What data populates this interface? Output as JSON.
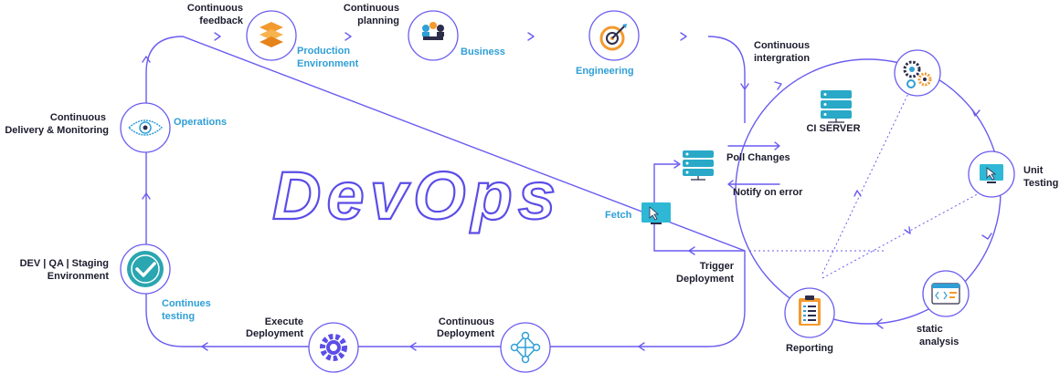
{
  "title": "DevOps",
  "colors": {
    "path": "#6a5cf0",
    "accent": "#2f9fd6",
    "title_fill": "#5b4de8",
    "check": "#2aa6b0",
    "orange": "#f39a2e",
    "server": "#29a9c7"
  },
  "loop_labels": {
    "continuous_feedback": [
      "Continuous",
      "feedback"
    ],
    "continuous_planning": [
      "Continuous",
      "planning"
    ],
    "continuous_delivery": [
      "Continuous",
      "Delivery & Monitoring"
    ],
    "dev_qa_staging": [
      "DEV | QA | Staging",
      "Environment"
    ],
    "continues_testing": [
      "Continues",
      "testing"
    ],
    "execute_deployment": [
      "Execute",
      "Deployment"
    ],
    "continuous_deployment": [
      "Continuous",
      "Deployment"
    ],
    "trigger_deployment": [
      "Trigger",
      "Deployment"
    ]
  },
  "stages": {
    "production": [
      "Production",
      "Environment"
    ],
    "business": "Business",
    "engineering": "Engineering",
    "operations": "Operations",
    "fetch": "Fetch"
  },
  "ci": {
    "continuous_integration": [
      "Continuous",
      "intergration"
    ],
    "server": "CI SERVER",
    "poll": "Poll Changes",
    "notify": "Notify on error",
    "unit_testing": [
      "Unit",
      "Testing"
    ],
    "static_analysis": [
      "static",
      "analysis"
    ],
    "reporting": "Reporting"
  },
  "icons": {
    "production": "stacked-layers-icon",
    "business": "team-meeting-icon",
    "engineering": "target-icon",
    "operations": "eye-icon",
    "testing": "checkmark-icon",
    "execute": "gear-icon",
    "deployment": "network-nodes-icon",
    "ci_cog": "gears-icon",
    "unit_testing": "monitor-cursor-icon",
    "static_analysis": "code-window-icon",
    "reporting": "clipboard-icon",
    "server": "server-icon",
    "fetch": "monitor-cursor-icon"
  }
}
